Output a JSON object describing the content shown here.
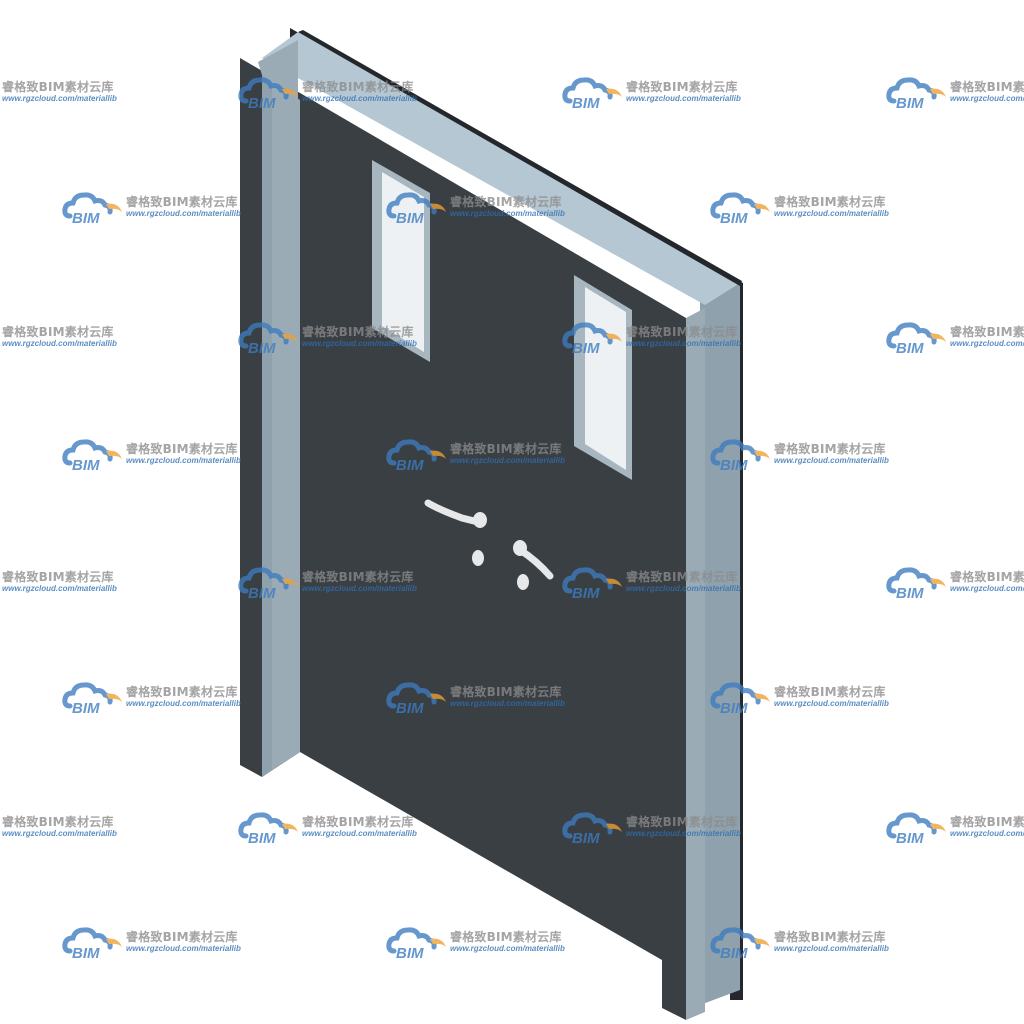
{
  "watermark": {
    "logo_text": "BIM",
    "brand_text": "睿格致BIM素材云库",
    "url_text": "www.rgzcloud.com/materiallib",
    "colors": {
      "cloud": "#3d7cc0",
      "swoosh": "#f0a030",
      "brand": "#8b8b8b",
      "url": "#2f6fb2"
    },
    "icon": "bim-cloud-logo-icon"
  },
  "door": {
    "colors": {
      "leaf": "#3a3f44",
      "frame_front": "#9aabb6",
      "frame_top": "#b5c7d2",
      "frame_side": "#8fa1ac",
      "frame_dark_edge": "#24282c",
      "glass": "#eef1f4",
      "glass_frame": "#a7b6bf",
      "hardware": "#e6e8ea"
    }
  }
}
